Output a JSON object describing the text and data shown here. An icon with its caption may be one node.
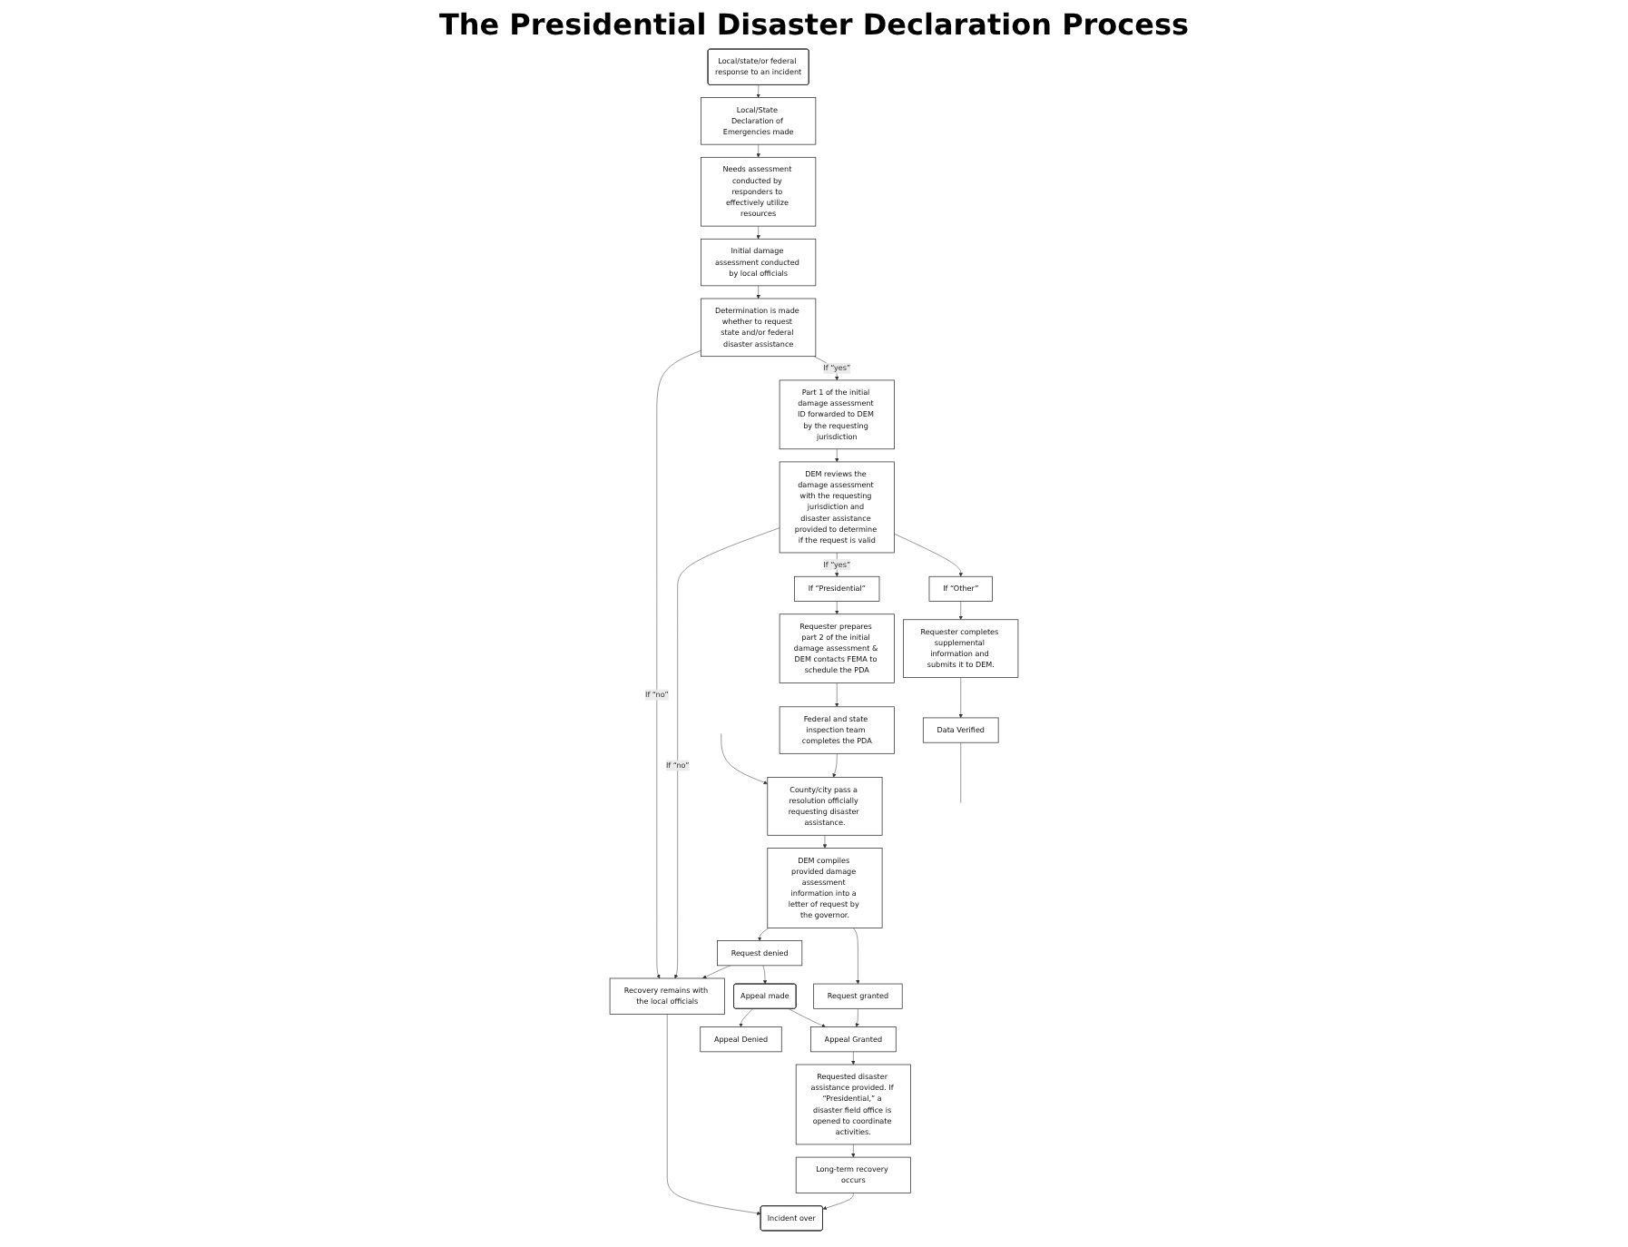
{
  "diagram": {
    "title": "The Presidential Disaster Declaration Process",
    "nodes": [
      {
        "text": [
          "Local/state/or federal response to an incident"
        ]
      },
      {
        "text": [
          "Local/State Declaration of Emergencies made"
        ]
      },
      {
        "text": [
          "Needs assessment conducted by responders to effectively utilize resources"
        ]
      },
      {
        "text": [
          "Initial damage assessment conducted by local officials"
        ]
      },
      {
        "text": [
          "Determination is made whether to request state and/or federal disaster assistance"
        ]
      },
      {
        "text": [
          "Recovery remains with the local officials"
        ]
      },
      {
        "text": [
          "Requested disaster assistance provided. If “Presidential,” a disaster field office is opened to coordinate activities."
        ]
      },
      {
        "text": [
          "Long-term recovery occurs"
        ]
      },
      {
        "text": [
          "Part 1 of the initial damage assessment ID forwarded to DEM by the requesting jurisdiction"
        ]
      },
      {
        "text": [
          "Appeal Denied"
        ]
      },
      {
        "text": [
          "Appeal Granted"
        ]
      },
      {
        "text": [
          "DEM reviews the damage assessment with the requesting jurisdiction and disaster assistance provided to determine if the request is valid"
        ]
      },
      {
        "text": [
          "Appeal made"
        ]
      },
      {
        "text": [
          "Request denied"
        ]
      },
      {
        "text": [
          "Request granted"
        ]
      },
      {
        "text": [
          "If “Other”"
        ]
      },
      {
        "text": [
          "If “Presidential”"
        ]
      },
      {
        "text": [
          "DEM compiles provided damage assessment information into a letter of request by the governor."
        ]
      },
      {
        "text": [
          "Incident over"
        ]
      },
      {
        "text": [
          "Requester completes supplemental information and submits it to DEM."
        ]
      },
      {
        "text": [
          "Requester prepares part 2 of the initial damage assessment & DEM contacts FEMA to schedule the PDA"
        ]
      },
      {
        "text": [
          "Federal and state inspection team completes the PDA"
        ]
      },
      {
        "text": [
          "County/city pass a resolution officially requesting disaster assistance."
        ]
      },
      {
        "text": [
          "Data Verified"
        ]
      }
    ],
    "edges": [
      {
        "from": 0,
        "to": 1,
        "arrow": "to"
      },
      {
        "from": 1,
        "to": 2,
        "arrow": "to"
      },
      {
        "from": 2,
        "to": 3,
        "arrow": "to"
      },
      {
        "from": 3,
        "to": 4,
        "arrow": "to"
      },
      {
        "from": 4,
        "to": 5,
        "arrow": "to",
        "label": "If “no”"
      },
      {
        "from": 4,
        "to": 8,
        "arrow": "to",
        "label": "If “yes”"
      },
      {
        "from": 8,
        "to": 11,
        "arrow": "to"
      },
      {
        "from": 11,
        "to": 5,
        "arrow": "to",
        "label": "If “no”"
      },
      {
        "from": 13,
        "to": 5,
        "arrow": "to"
      },
      {
        "from": 11,
        "to": 16,
        "arrow": "to",
        "label": "If “yes”"
      },
      {
        "from": 11,
        "to": 15,
        "arrow": "to"
      },
      {
        "from": 16,
        "to": 20,
        "arrow": "to"
      },
      {
        "from": 20,
        "to": 21,
        "arrow": "to"
      },
      {
        "from": 21,
        "to": 22,
        "arrow": "to"
      },
      {
        "from": null,
        "to": 22,
        "arrow": "to"
      },
      {
        "from": 22,
        "to": 17,
        "arrow": "to"
      },
      {
        "from": 17,
        "to": 13,
        "arrow": "to"
      },
      {
        "from": 17,
        "to": 14,
        "arrow": "to"
      },
      {
        "from": 13,
        "to": 12,
        "arrow": "to"
      },
      {
        "from": 12,
        "to": 9,
        "arrow": "to"
      },
      {
        "from": 12,
        "to": 10,
        "arrow": "to"
      },
      {
        "from": 14,
        "to": 10,
        "arrow": "to"
      },
      {
        "from": 10,
        "to": 6,
        "arrow": "to"
      },
      {
        "from": 6,
        "to": 7,
        "arrow": "to"
      },
      {
        "from": 7,
        "to": 18,
        "arrow": "to"
      },
      {
        "from": 5,
        "to": 18,
        "arrow": "to"
      },
      {
        "from": 15,
        "to": 19,
        "arrow": "to"
      },
      {
        "from": 19,
        "to": 23,
        "arrow": "to"
      },
      {
        "from": 23,
        "to": null,
        "arrow": "none"
      }
    ]
  }
}
